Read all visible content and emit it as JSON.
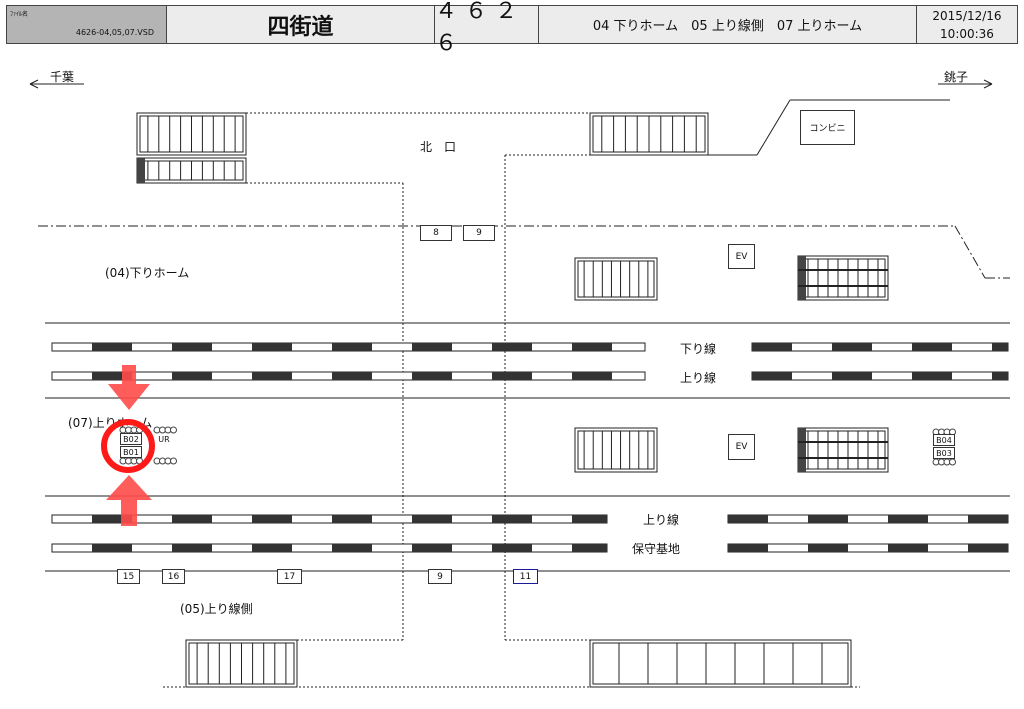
{
  "header": {
    "file_label": "ﾌｧｲﾙ名",
    "file_name": "4626-04,05,07.VSD",
    "station": "四街道",
    "code": "４６２６",
    "platforms": "04 下りホーム　05 上り線側　07 上りホーム",
    "date": "2015/12/16",
    "time": "10:00:36"
  },
  "directions": {
    "left": "千葉",
    "right": "銚子"
  },
  "labels": {
    "north_exit": "北　口",
    "conveni": "コンビニ",
    "down_home": "(04)下りホーム",
    "up_home": "(07)上りホーム",
    "up_side": "(05)上り線側",
    "ev": "EV",
    "track_down": "下り線",
    "track_up1": "上り線",
    "track_up2": "上り線",
    "track_depot": "保守基地"
  },
  "markers": {
    "top": [
      "8",
      "9"
    ],
    "bottom": [
      "15",
      "16",
      "17",
      "9",
      "11"
    ]
  },
  "devices": {
    "b02": "B02",
    "b01": "B01",
    "ur": "UR",
    "b04": "B04",
    "b03": "B03"
  },
  "colors": {
    "highlight": "#ff1a1a",
    "arrow": "#ff4a4a",
    "marker11": "#1a1a9a"
  }
}
